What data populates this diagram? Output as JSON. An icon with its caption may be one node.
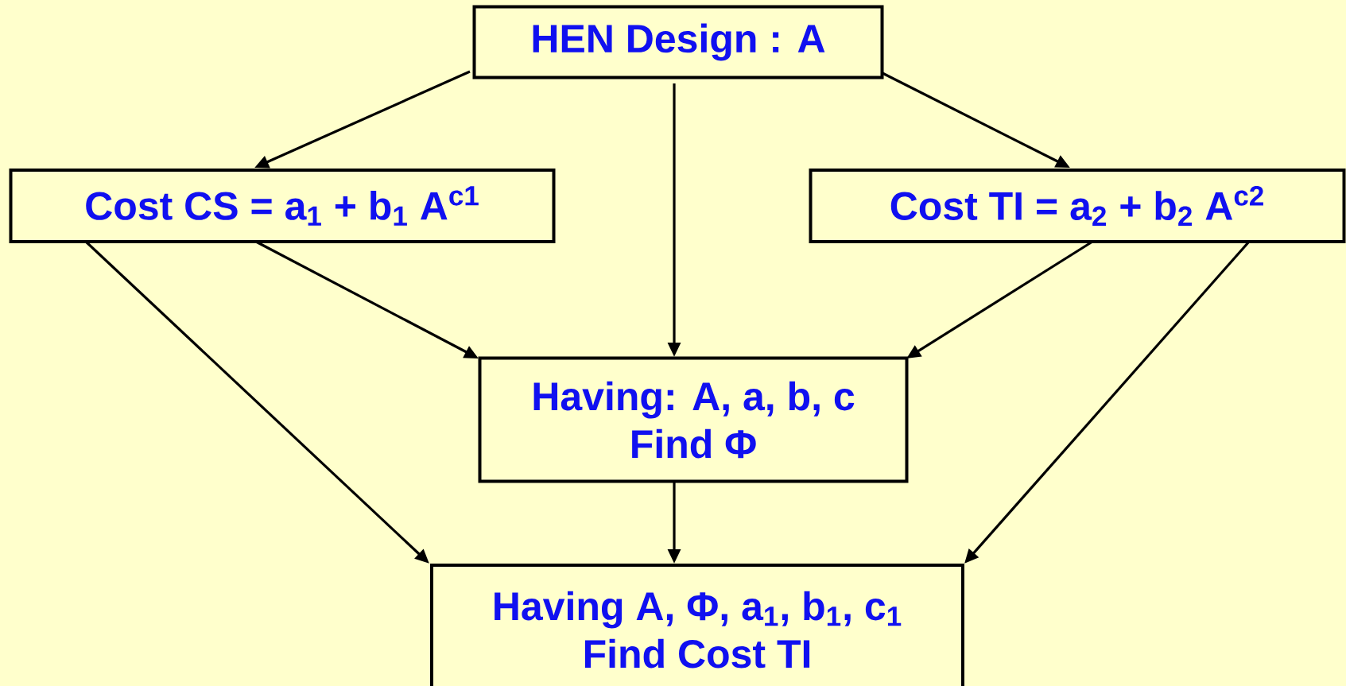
{
  "diagram": {
    "nodes": [
      {
        "text": [
          "HEN Design : A"
        ]
      },
      {
        "text": [
          "Cost CS = a$_{1}$ + b$_{1}$ A$^{c1}$"
        ]
      },
      {
        "text": [
          "Cost TI = a$_{2}$ + b$_{2}$ A$^{c2}$"
        ]
      },
      {
        "text": [
          "Having: A, a, b, c",
          "Find Φ"
        ]
      },
      {
        "text": [
          "Having A, Φ, a$_{1}$, b$_{1}$, c$_{1}$",
          "Find Cost TI"
        ]
      }
    ],
    "edges": [
      {
        "from": 0,
        "to": 1,
        "arrow": "to"
      },
      {
        "from": 0,
        "to": 3,
        "arrow": "to"
      },
      {
        "from": 0,
        "to": 2,
        "arrow": "to"
      },
      {
        "from": 1,
        "to": 3,
        "arrow": "to"
      },
      {
        "from": 1,
        "to": 4,
        "arrow": "to"
      },
      {
        "from": 2,
        "to": 3,
        "arrow": "to"
      },
      {
        "from": 2,
        "to": 4,
        "arrow": "to"
      },
      {
        "from": 3,
        "to": 4,
        "arrow": "to"
      }
    ]
  }
}
